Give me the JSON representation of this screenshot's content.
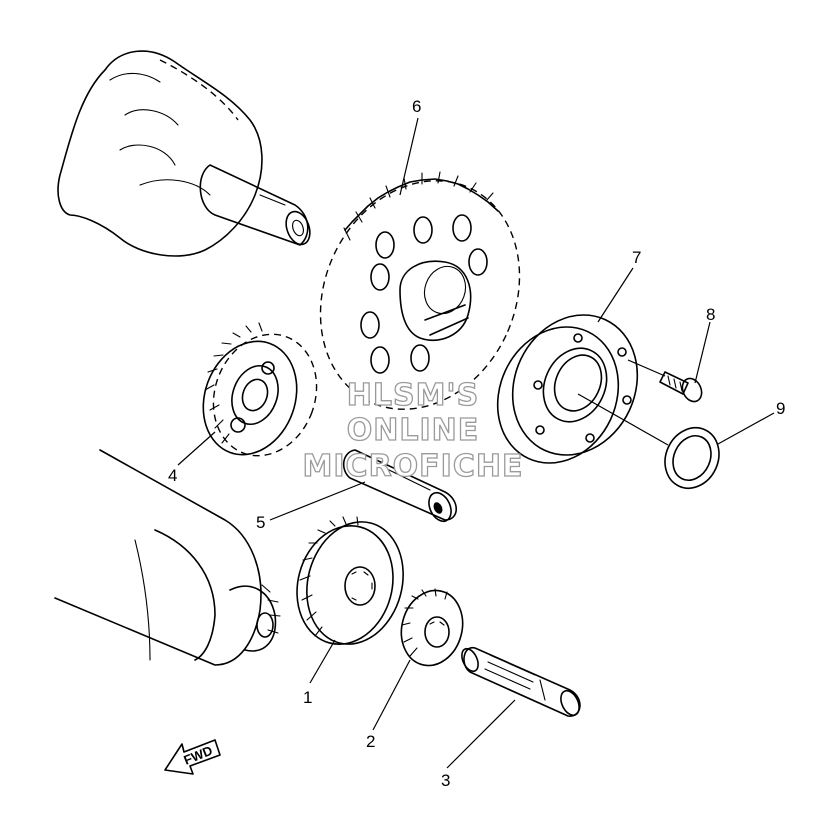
{
  "callouts": [
    {
      "id": "1",
      "text": "1"
    },
    {
      "id": "2",
      "text": "2"
    },
    {
      "id": "3",
      "text": "3"
    },
    {
      "id": "4",
      "text": "4"
    },
    {
      "id": "5",
      "text": "5"
    },
    {
      "id": "6",
      "text": "6"
    },
    {
      "id": "7",
      "text": "7"
    },
    {
      "id": "8",
      "text": "8"
    },
    {
      "id": "9",
      "text": "9"
    }
  ],
  "watermark": {
    "line1": "HLSM'S",
    "line2": "ONLINE",
    "line3": "MICROFICHE"
  },
  "fwd_label": "FWD",
  "colors": {
    "ink": "#000000",
    "watermark_outline": "#9a9a9a",
    "background": "#ffffff"
  }
}
